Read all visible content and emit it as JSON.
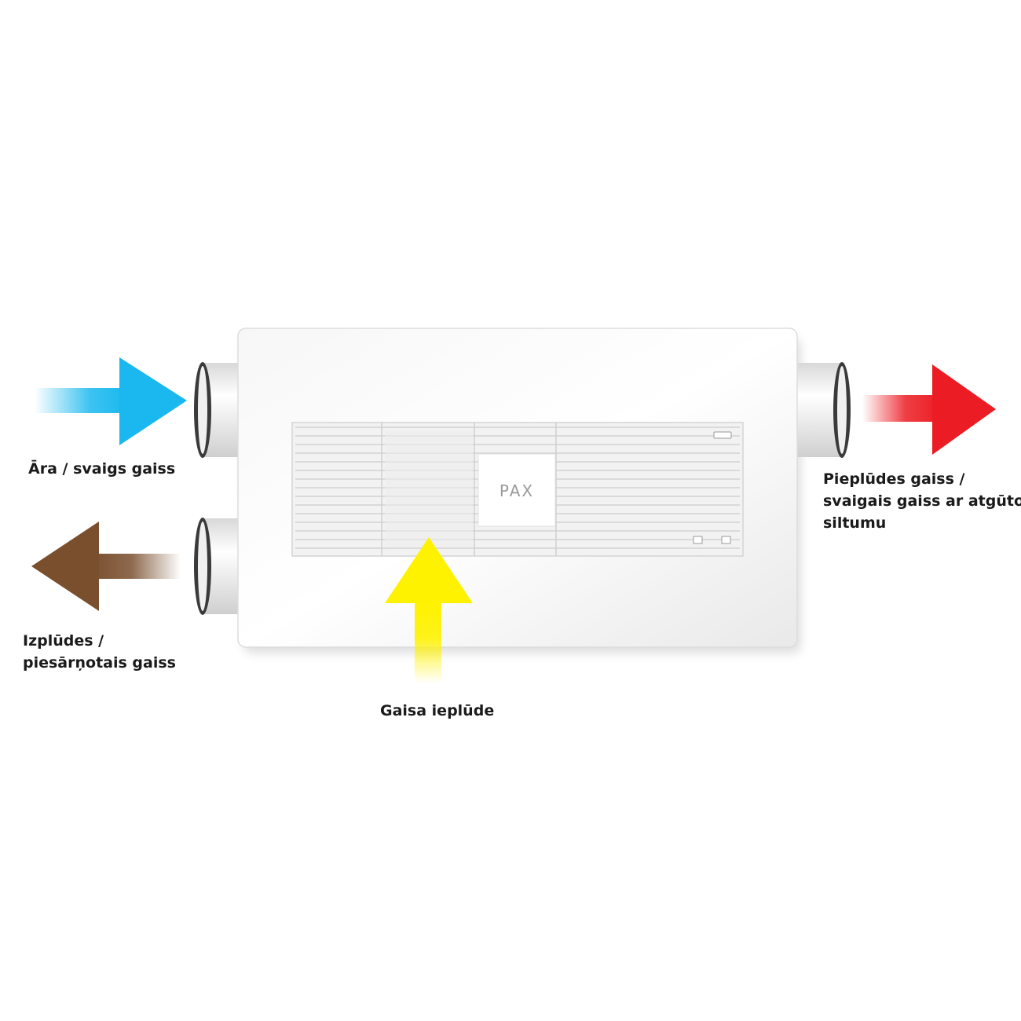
{
  "device": {
    "brand": "PAX"
  },
  "colors": {
    "fresh_air": "#1ab8ee",
    "exhaust_air": "#7a4f2e",
    "supply_air": "#ec1c24",
    "intake_air": "#fff200",
    "body": "#f4f4f4",
    "text": "#1a1a1a"
  },
  "labels": {
    "fresh_air": "Āra / svaigs gaiss",
    "exhaust_air": {
      "line1": "Izplūdes /",
      "line2": "piesārņotais gaiss"
    },
    "intake": "Gaisa ieplūde",
    "supply_air": {
      "line1": "Pieplūdes gaiss /",
      "line2": "svaigais gaiss ar atgūto",
      "line3": "siltumu"
    }
  },
  "icons": {
    "fresh_air_arrow": "arrow-right-icon",
    "exhaust_air_arrow": "arrow-left-icon",
    "supply_air_arrow": "arrow-right-icon",
    "intake_arrow": "arrow-up-icon"
  }
}
